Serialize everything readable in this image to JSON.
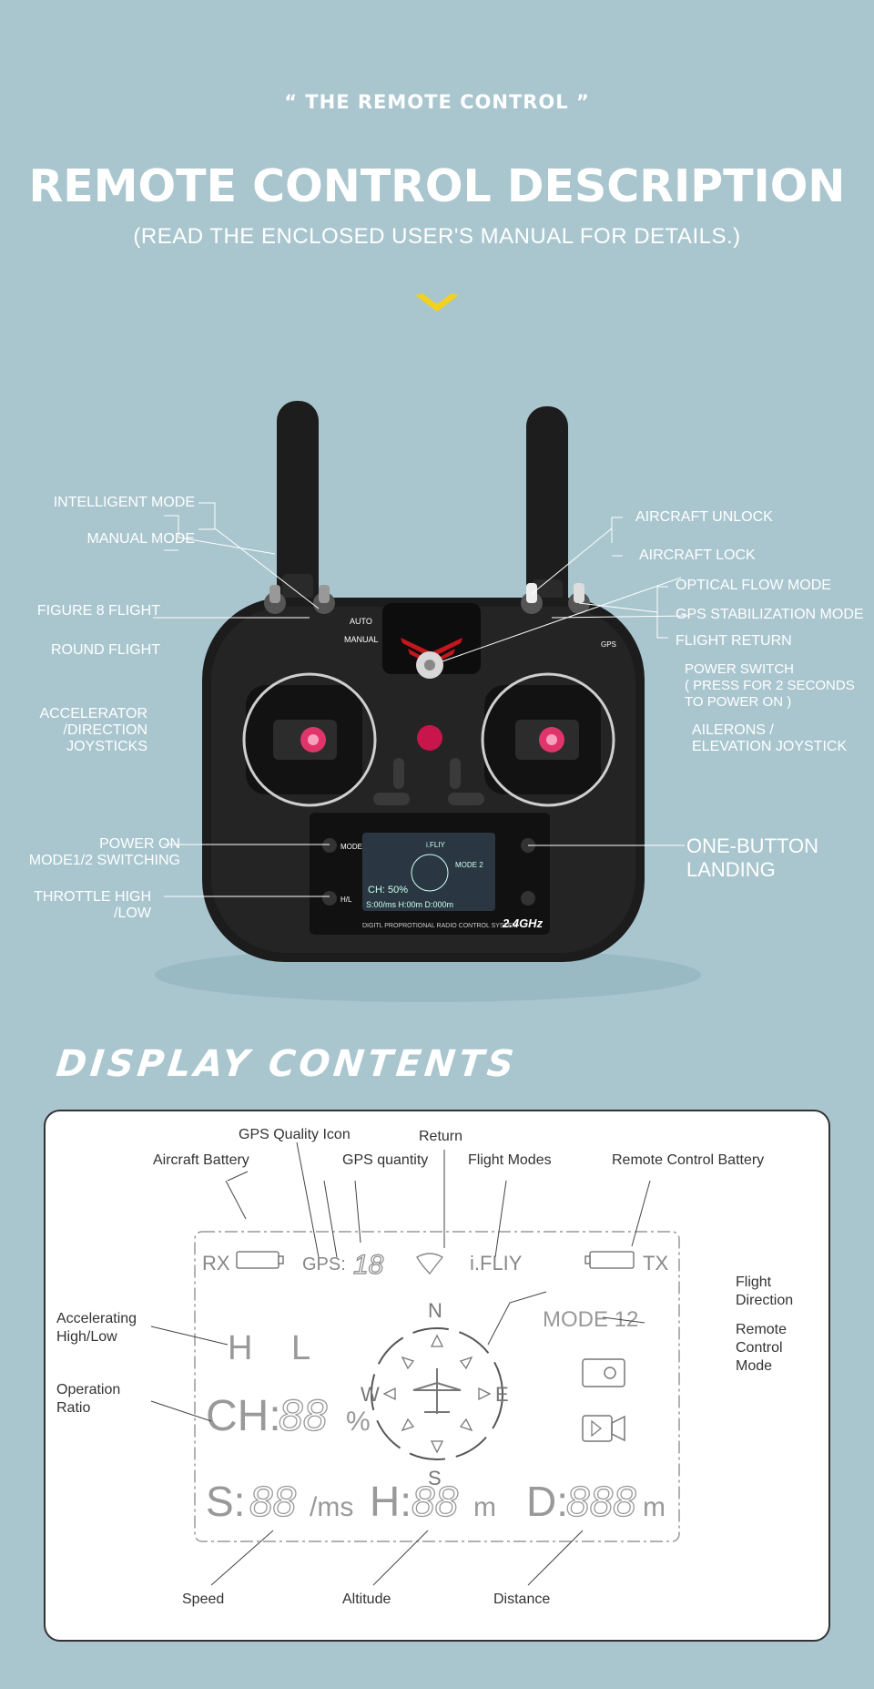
{
  "header": {
    "subtitle": "“ THE REMOTE CONTROL ”",
    "title": "REMOTE CONTROL DESCRIPTION",
    "note": "(READ THE ENCLOSED USER'S MANUAL FOR DETAILS.)"
  },
  "colors": {
    "background": "#a9c6cf",
    "accent": "#f2d21e",
    "stick_cap": "#e0356b",
    "body": "#1c1c1c"
  },
  "controller": {
    "switch_labels": {
      "auto": "AUTO",
      "manual": "MANUAL",
      "gps": "GPS",
      "mode": "MODE",
      "hl": "H/L"
    },
    "screen": {
      "top_line": "i.FLIY",
      "mode": "MODE 2",
      "ch": "CH: 50%",
      "stats": "S:00/ms H:00m D:000m",
      "footer": "DIGITL PROPROTIONAL RADIO CONTROL SYSTEM",
      "band": "2.4GHz"
    },
    "callouts": {
      "intelligent_mode": "INTELLIGENT MODE",
      "manual_mode": "MANUAL MODE",
      "figure8": "FIGURE 8 FLIGHT",
      "round_flight": "ROUND FLIGHT",
      "accelerator": "ACCELERATOR\n/DIRECTION\nJOYSTICKS",
      "power_on_mode": "POWER ON\nMODE1/2 SWITCHING",
      "throttle": "THROTTLE HIGH\n/LOW",
      "aircraft_unlock": "AIRCRAFT UNLOCK",
      "aircraft_lock": "AIRCRAFT LOCK",
      "optical_flow": "OPTICAL FLOW MODE",
      "gps_stabilization": "GPS STABILIZATION MODE",
      "flight_return": "FLIGHT RETURN",
      "power_switch": "POWER SWITCH\n ( PRESS FOR 2 SECONDS\nTO POWER ON )",
      "ailerons": "AILERONS /\nELEVATION JOYSTICK",
      "one_button_landing": "ONE-BUTTON\nLANDING"
    }
  },
  "display": {
    "heading": "DISPLAY CONTENTS",
    "labels": {
      "gps_quality_icon": "GPS Quality Icon",
      "return": "Return",
      "aircraft_battery": "Aircraft Battery",
      "gps_quantity": "GPS quantity",
      "flight_modes": "Flight Modes",
      "rc_battery": "Remote Control Battery",
      "flight_direction": "Flight\nDirection",
      "accelerating": "Accelerating\nHigh/Low",
      "rc_mode": "Remote\nControl\nMode",
      "operation_ratio": "Operation\nRatio",
      "speed": "Speed",
      "altitude": "Altitude",
      "distance": "Distance"
    },
    "lcd": {
      "rx": "RX",
      "gps": "GPS:",
      "gps_digits": "18",
      "ifliy": "i.FLIY",
      "tx": "TX",
      "h": "H",
      "l": "L",
      "mode": "MODE 12",
      "ch": "CH:",
      "ch_digits": "88",
      "percent": "%",
      "n": "N",
      "s": "S",
      "e": "E",
      "w": "W",
      "s_label": "S:",
      "s_digits": "88",
      "s_unit": "/ms",
      "h_label": "H:",
      "h_digits": "88",
      "h_unit": "m",
      "d_label": "D:",
      "d_digits": "888",
      "d_unit": "m"
    }
  }
}
